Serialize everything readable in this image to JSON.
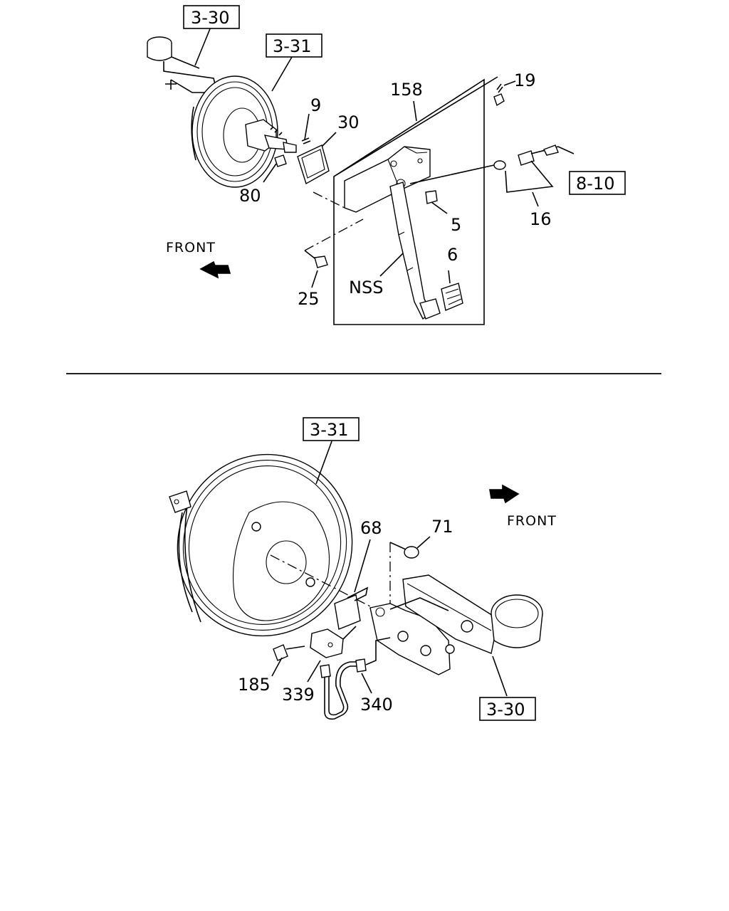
{
  "top_diagram": {
    "refs": {
      "r330": "3-30",
      "r331": "3-31",
      "r810": "8-10"
    },
    "labels": {
      "p9": "9",
      "p30": "30",
      "p80": "80",
      "p158": "158",
      "p19": "19",
      "p16": "16",
      "p5": "5",
      "p6": "6",
      "p25": "25",
      "nss": "NSS"
    },
    "front": "FRONT"
  },
  "bottom_diagram": {
    "refs": {
      "r331": "3-31",
      "r330": "3-30"
    },
    "labels": {
      "p68": "68",
      "p71": "71",
      "p185": "185",
      "p339": "339",
      "p340": "340"
    },
    "front": "FRONT"
  }
}
